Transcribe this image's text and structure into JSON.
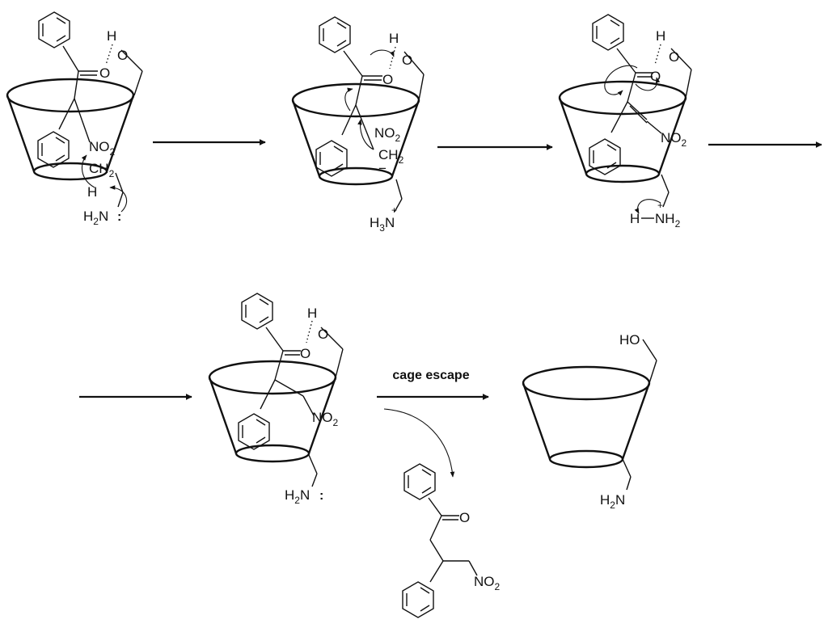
{
  "labels": {
    "oh_h": "H",
    "oh_o": "O",
    "ketone_o": "O",
    "no2": "NO",
    "no2_sub": "2",
    "ch2": "CH",
    "ch2_sub": "2",
    "h_abstract": "H",
    "amine_h2n": "H",
    "amine_h2n_sub": "2",
    "amine_n": "N",
    "lone_pair": ":",
    "h3n": "H",
    "h3n_sub": "3",
    "plus": "+",
    "minus": "−",
    "nh2": "NH",
    "h_dash": "H",
    "ho": "HO",
    "product_o": "O"
  },
  "cage_escape_label": "cage escape"
}
